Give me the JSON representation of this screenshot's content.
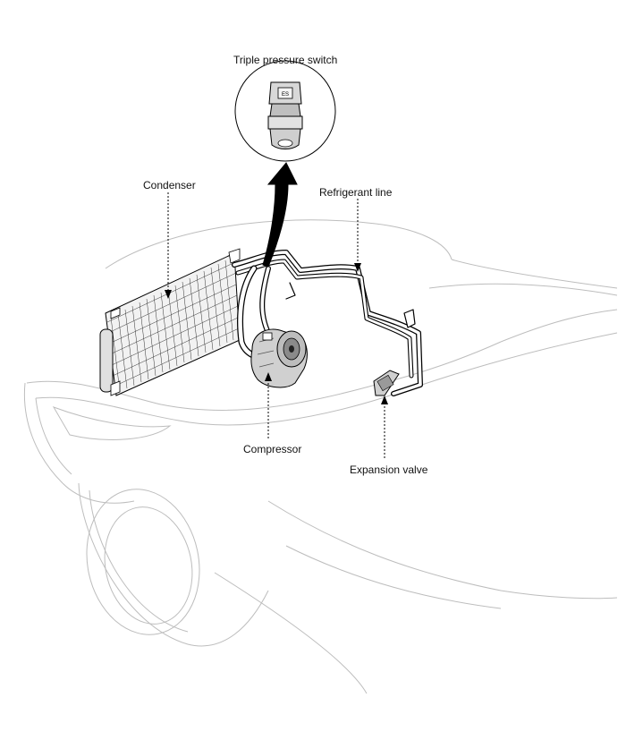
{
  "labels": {
    "triple_pressure_switch": "Triple pressure switch",
    "condenser": "Condenser",
    "refrigerant_line": "Refrigerant line",
    "compressor": "Compressor",
    "expansion_valve": "Expansion valve"
  },
  "colors": {
    "line_art": "#000000",
    "car_outline": "#bfbfbf",
    "component_fill": "#d9d9d9",
    "background": "#ffffff"
  }
}
